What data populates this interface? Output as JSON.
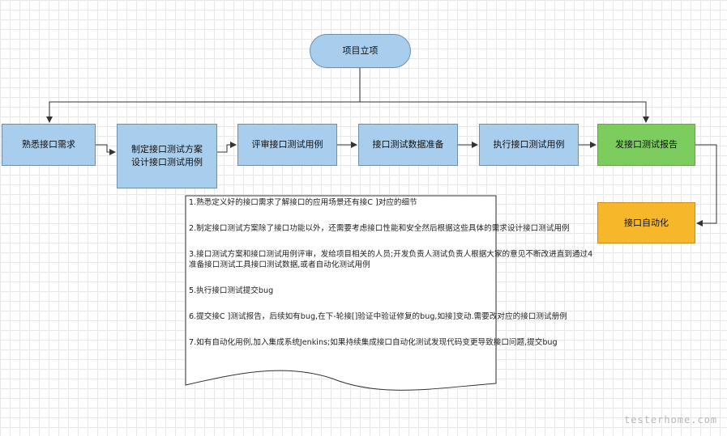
{
  "nodes": {
    "start": "项目立项",
    "s1": "熟悉接口需求",
    "s2_line1": "制定接口测试方案",
    "s2_line2": "设计接口测试用例",
    "s3": "评审接口测试用例",
    "s4": "接口测试数据准备",
    "s5": "执行接口测试用例",
    "s6": "发接口测试报告",
    "s7": "接口自动化"
  },
  "note": {
    "line1": "1.熟悉定义好的接口需求了解接口的应用场景还有接C ]对应的细节",
    "line2": "2.制定接口测试方案除了接口功能以外，还需要考虑接口性能和安全然后根据这些具体的需求设计接口测试用例",
    "line3a": "3.接口测试方案和接口测试用例评审，发给项目相关的人员;开发负责人测试负责人根据大家的意见不断改进直到通过4",
    "line3b": "准备接口测试工具接口测试数据,或者自动化测试用例",
    "line4": "5.执行接口测试提交bug",
    "line5": "6.提交接C ]测试报告，后续如有bug,在下-轮接[]验证中验证修复的bug,如接]变动.需要改对应的接口测试册例",
    "line6": "7.如有自动化用例,加入集成系统Jenkins;如果持续集成接口自动化测试发现代码变更导致接口问题,提交bug"
  },
  "watermark": "testerhome.com",
  "colors": {
    "process_fill": "#a9cdec",
    "report_fill": "#7ccc5e",
    "automation_fill": "#f7b72a"
  }
}
